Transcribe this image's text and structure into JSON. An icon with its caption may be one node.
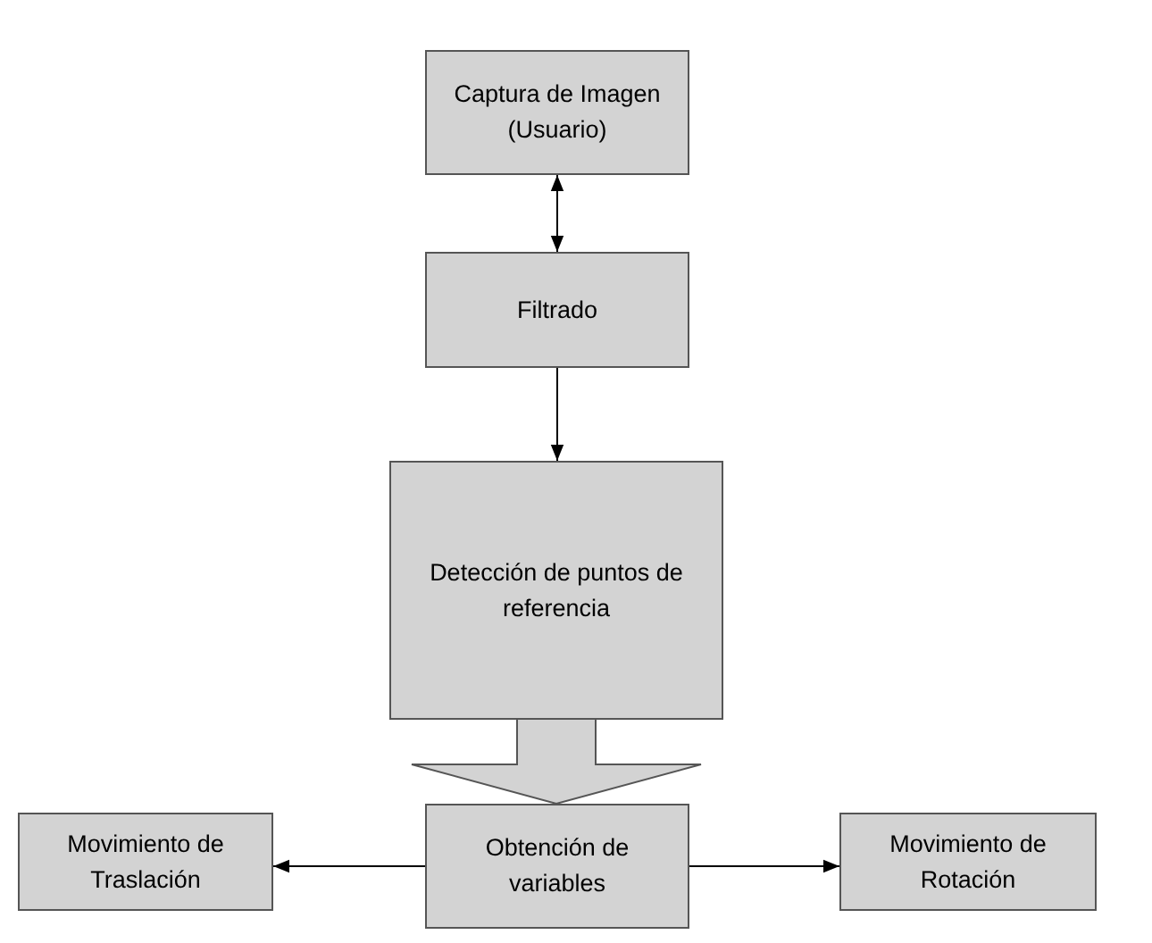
{
  "diagram": {
    "nodes": [
      {
        "text": [
          "Captura de Imagen (Usuario)"
        ]
      },
      {
        "text": [
          "Filtrado"
        ]
      },
      {
        "text": [
          "Detección de puntos de referencia"
        ]
      },
      {
        "text": [
          "Movimiento de Traslación"
        ]
      },
      {
        "text": [
          "Obtención de variables"
        ]
      },
      {
        "text": [
          "Movimiento de Rotación"
        ]
      }
    ],
    "edges": [
      {
        "from": 0,
        "to": 1,
        "arrow": "both"
      },
      {
        "from": 1,
        "to": 2,
        "arrow": "to"
      },
      {
        "from": 2,
        "to": 4,
        "arrow": "to",
        "style": "thick"
      },
      {
        "from": 4,
        "to": 3,
        "arrow": "to"
      },
      {
        "from": 4,
        "to": 5,
        "arrow": "to"
      }
    ]
  }
}
